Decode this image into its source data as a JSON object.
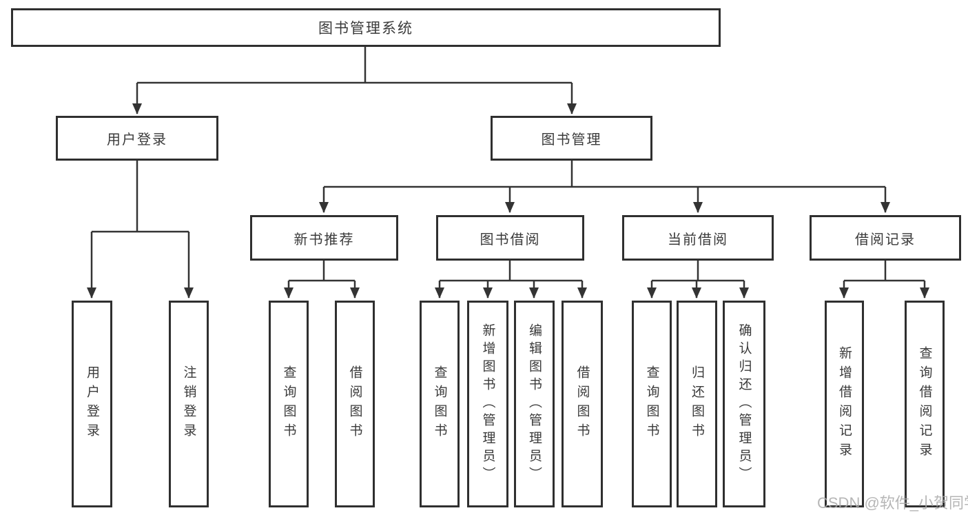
{
  "diagram": {
    "root": {
      "label": "图书管理系统"
    },
    "branches": {
      "user_login": {
        "label": "用户登录",
        "children": [
          {
            "label": "用户登录"
          },
          {
            "label": "注销登录"
          }
        ]
      },
      "book_mgmt": {
        "label": "图书管理",
        "children": [
          {
            "label": "新书推荐",
            "children": [
              {
                "label": "查询图书"
              },
              {
                "label": "借阅图书"
              }
            ]
          },
          {
            "label": "图书借阅",
            "children": [
              {
                "label": "查询图书"
              },
              {
                "label": "新增图书（管理员）"
              },
              {
                "label": "编辑图书（管理员）"
              },
              {
                "label": "借阅图书"
              }
            ]
          },
          {
            "label": "当前借阅",
            "children": [
              {
                "label": "查询图书"
              },
              {
                "label": "归还图书"
              },
              {
                "label": "确认归还（管理员）"
              }
            ]
          },
          {
            "label": "借阅记录",
            "children": [
              {
                "label": "新增借阅记录"
              },
              {
                "label": "查询借阅记录"
              }
            ]
          }
        ]
      }
    },
    "colors": {
      "line": "#333333",
      "box_border": "#2f2f2f",
      "text": "#3a3a3a",
      "watermark": "#aaaaaa",
      "background": "#ffffff"
    },
    "watermark": "CSDN @软件_小贺同学"
  }
}
